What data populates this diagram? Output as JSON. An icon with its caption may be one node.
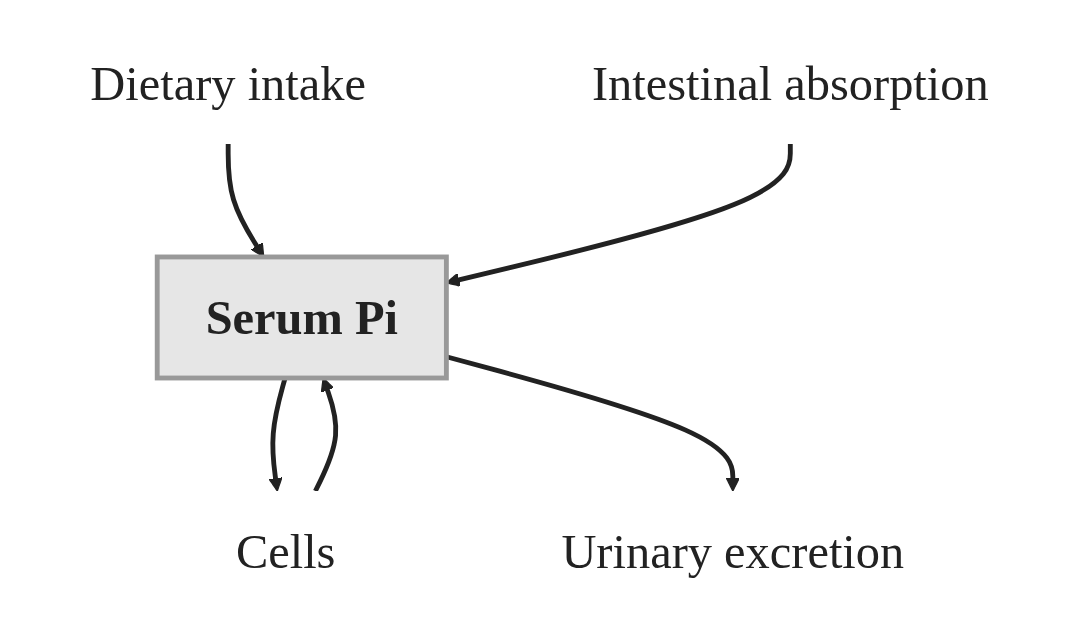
{
  "diagram": {
    "nodes": [
      {
        "text": [
          "Dietary intake"
        ]
      },
      {
        "text": [
          "Intestinal absorption"
        ]
      },
      {
        "text": [
          "Serum Pi"
        ]
      },
      {
        "text": [
          "Cells"
        ]
      },
      {
        "text": [
          "Urinary excretion"
        ]
      }
    ],
    "edges": [
      {
        "from": 0,
        "to": 2,
        "arrow": "to"
      },
      {
        "from": 1,
        "to": 2,
        "arrow": "to"
      },
      {
        "from": 2,
        "to": 3,
        "arrow": "to"
      },
      {
        "from": 3,
        "to": 2,
        "arrow": "to"
      },
      {
        "from": 2,
        "to": 4,
        "arrow": "to"
      }
    ]
  }
}
